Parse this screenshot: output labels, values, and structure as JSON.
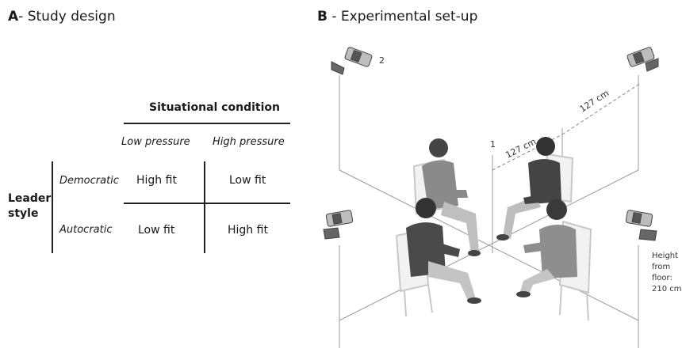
{
  "panel_a": {
    "letter": "A",
    "title": "- Study design",
    "column_header": "Situational condition",
    "columns": [
      "Low pressure",
      "High pressure"
    ],
    "row_header_line1": "Leader",
    "row_header_line2": "style",
    "rows": [
      {
        "label": "Democratic",
        "cells": [
          "High fit",
          "Low fit"
        ]
      },
      {
        "label": "Autocratic",
        "cells": [
          "Low fit",
          "High fit"
        ]
      }
    ]
  },
  "panel_b": {
    "letter": "B",
    "title": " - Experimental set-up",
    "label_camera_2": "2",
    "label_position_1": "1",
    "distance_1": "127 cm",
    "distance_2": "127 cm",
    "height_note": [
      "Height",
      "from",
      "floor:",
      "210 cm"
    ]
  }
}
